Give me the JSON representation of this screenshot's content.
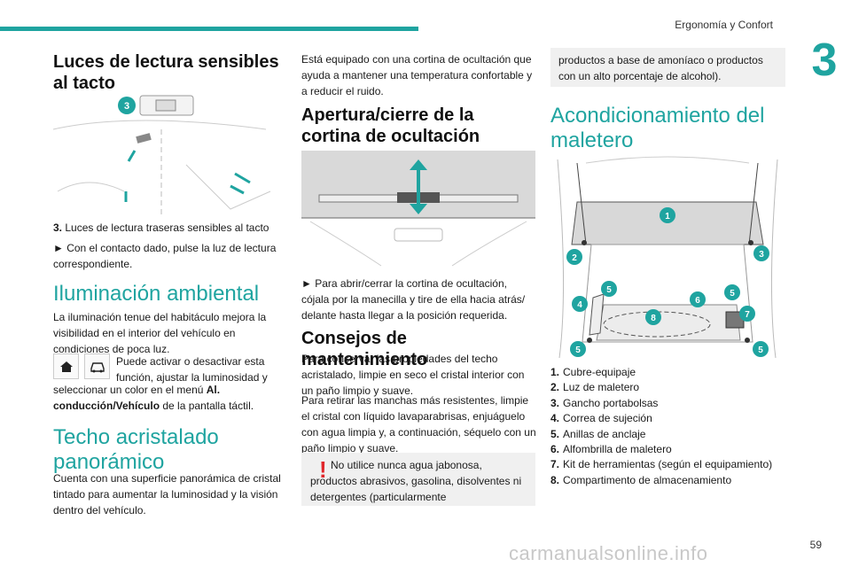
{
  "header": {
    "section_title": "Ergonomía y Confort",
    "chapter": "3"
  },
  "col1": {
    "reading_lights": {
      "title": "Luces de lectura sensibles al tacto",
      "caption_num": "3.",
      "caption": "Luces de lectura traseras sensibles al tacto",
      "instruction": "► Con el contacto dado, pulse la luz de lectura correspondiente."
    },
    "ambient": {
      "title": "Iluminación ambiental",
      "text": "La iluminación tenue del habitáculo mejora la visibilidad en el interior del vehículo en condiciones de poca luz.",
      "icon_text": "Puede activar o desactivar esta función, ajustar la luminosidad y",
      "text2_start": "seleccionar un color en el menú ",
      "text2_bold": "Al. conducción/Vehículo",
      "text2_end": " de la pantalla táctil."
    },
    "roof": {
      "title": "Techo acristalado panorámico",
      "text": "Cuenta con una superficie panorámica de cristal tintado para aumentar la luminosidad y la visión dentro del vehículo."
    }
  },
  "col2": {
    "intro": "Está equipado con una cortina de ocultación que ayuda a mantener una temperatura confortable y a reducir el ruido.",
    "blind": {
      "title": "Apertura/cierre de la cortina de ocultación",
      "instruction": "► Para abrir/cerrar la cortina de ocultación, cójala por la manecilla y tire de ella hacia atrás/ delante hasta llegar a la posición requerida."
    },
    "maintenance": {
      "title": "Consejos de mantenimiento",
      "text1": "Para conservar las propiedades del techo acristalado, limpie en seco el cristal interior con un paño limpio y suave.",
      "text2": "Para retirar las manchas más resistentes, limpie el cristal con líquido lavaparabrisas, enjuáguelo con agua limpia y, a continuación, séquelo con un paño limpio y suave.",
      "warning": "No utilice nunca agua jabonosa, productos abrasivos, gasolina, disolventes ni detergentes (particularmente"
    }
  },
  "col3": {
    "warning_cont": "productos a base de amoníaco o productos con un alto porcentaje de alcohol).",
    "trunk": {
      "title": "Acondicionamiento del maletero",
      "items": [
        {
          "num": "1.",
          "label": "Cubre-equipaje"
        },
        {
          "num": "2.",
          "label": "Luz de maletero"
        },
        {
          "num": "3.",
          "label": "Gancho portabolsas"
        },
        {
          "num": "4.",
          "label": "Correa de sujeción"
        },
        {
          "num": "5.",
          "label": "Anillas de anclaje"
        },
        {
          "num": "6.",
          "label": "Alfombrilla de maletero"
        },
        {
          "num": "7.",
          "label": "Kit de herramientas (según el equipamiento)"
        },
        {
          "num": "8.",
          "label": "Compartimento de almacenamiento"
        }
      ],
      "callouts": [
        "1",
        "2",
        "3",
        "4",
        "5",
        "5",
        "5",
        "5",
        "6",
        "7",
        "8"
      ]
    }
  },
  "footer": {
    "page": "59",
    "watermark": "carmanualsonline.info"
  },
  "colors": {
    "accent": "#1fa4a0",
    "warning": "#e0262b",
    "grey_box": "#f0f0f0"
  }
}
